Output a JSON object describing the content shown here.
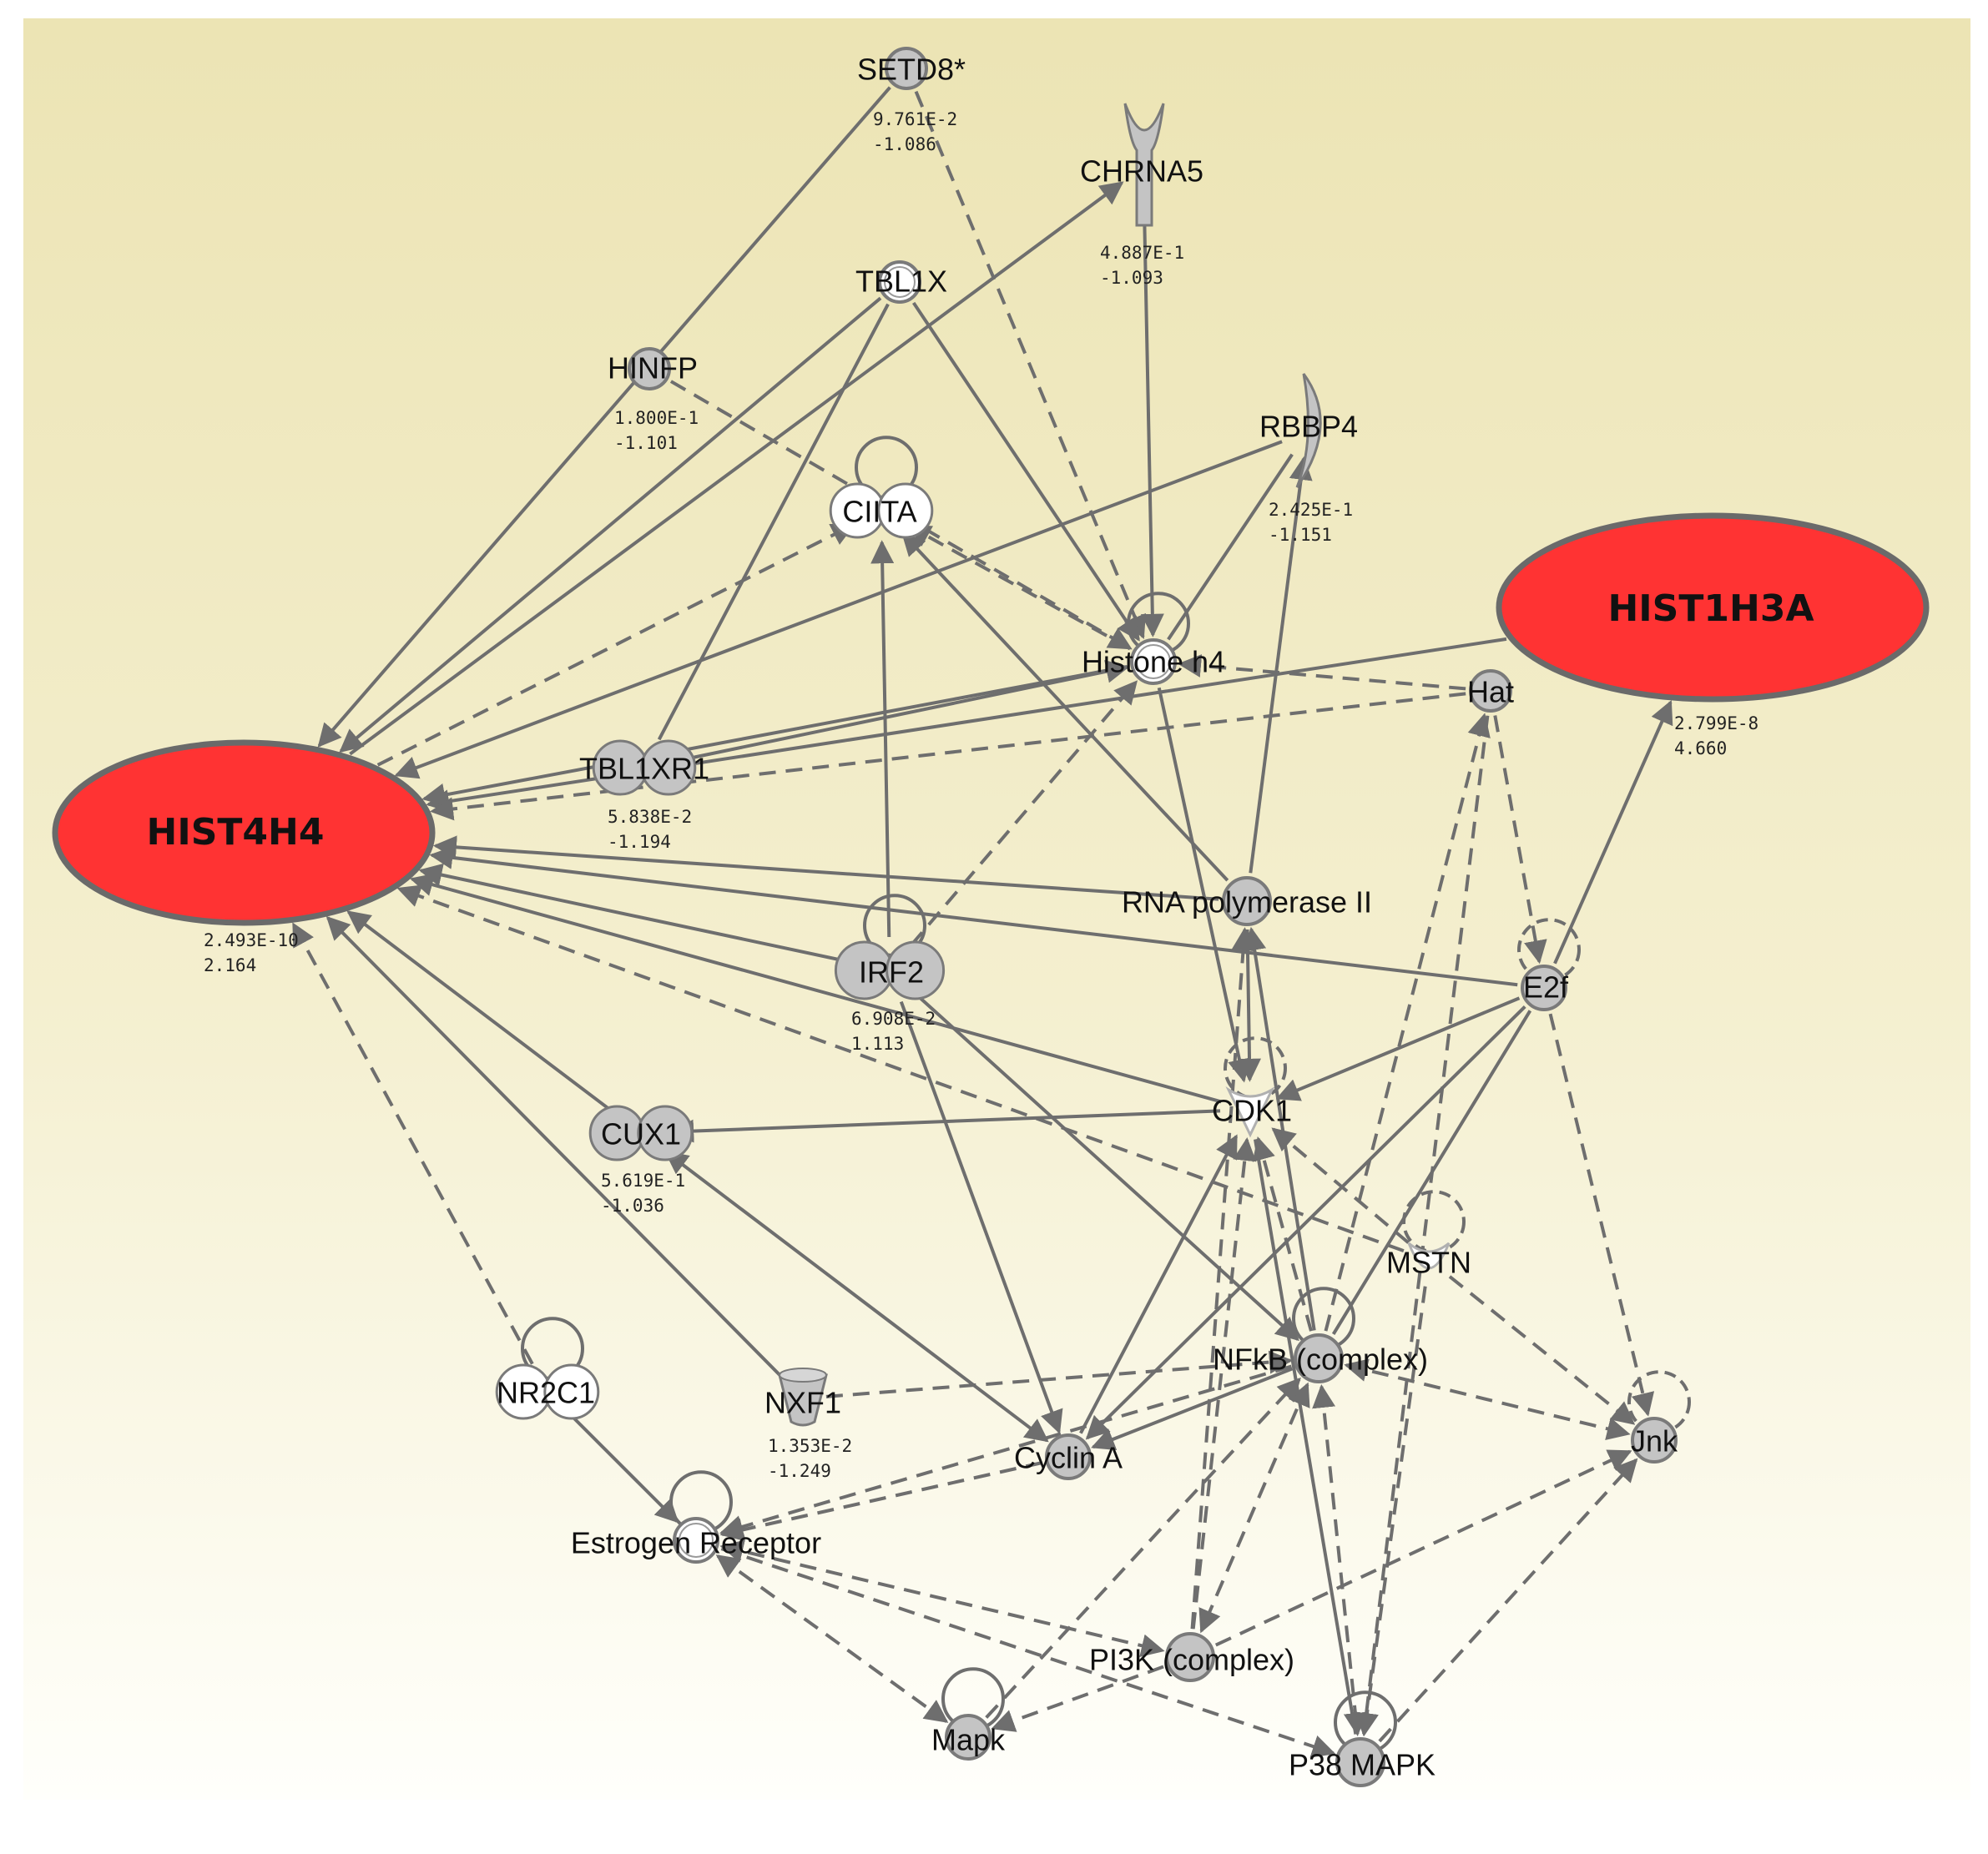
{
  "colors": {
    "highlight_node": "#ff3333",
    "grey_node": "#c4c4c4",
    "white_node": "#ffffff",
    "edge": "#6e6e6e",
    "background_top": "#ece4b4",
    "background_bottom": "#fffffb"
  },
  "nodes": [
    {
      "id": "SETD8",
      "label": "SETD8*",
      "shape": "circle",
      "fill": "grey",
      "stats": [
        "9.761E-2",
        "-1.086"
      ]
    },
    {
      "id": "CHRNA5",
      "label": "CHRNA5",
      "shape": "receptor",
      "fill": "grey",
      "stats": [
        "4.887E-1",
        "-1.093"
      ]
    },
    {
      "id": "TBL1X",
      "label": "TBL1X",
      "shape": "circle",
      "fill": "white",
      "stats": []
    },
    {
      "id": "HINFP",
      "label": "HINFP",
      "shape": "circle",
      "fill": "grey",
      "stats": [
        "1.800E-1",
        "-1.101"
      ]
    },
    {
      "id": "RBBP4",
      "label": "RBBP4",
      "shape": "crescent",
      "fill": "grey",
      "stats": [
        "2.425E-1",
        "-1.151"
      ]
    },
    {
      "id": "CIITA",
      "label": "CIITA",
      "shape": "dimer",
      "fill": "white",
      "stats": []
    },
    {
      "id": "HIST1H3A",
      "label": "HIST1H3A",
      "shape": "ellipse",
      "fill": "red",
      "stats": [
        "2.799E-8",
        "4.660"
      ]
    },
    {
      "id": "HistoneH4",
      "label": "Histone h4",
      "shape": "circle",
      "fill": "white",
      "stats": []
    },
    {
      "id": "Hat",
      "label": "Hat",
      "shape": "circle",
      "fill": "grey",
      "stats": []
    },
    {
      "id": "HIST4H4",
      "label": "HIST4H4",
      "shape": "ellipse",
      "fill": "red",
      "stats": [
        "2.493E-10",
        "2.164"
      ]
    },
    {
      "id": "TBL1XR1",
      "label": "TBL1XR1",
      "shape": "dimer",
      "fill": "grey",
      "stats": [
        "5.838E-2",
        "-1.194"
      ]
    },
    {
      "id": "RNAPolII",
      "label": "RNA polymerase II",
      "shape": "circle",
      "fill": "grey",
      "stats": []
    },
    {
      "id": "IRF2",
      "label": "IRF2",
      "shape": "dimer",
      "fill": "grey",
      "stats": [
        "6.908E-2",
        "1.113"
      ]
    },
    {
      "id": "E2f",
      "label": "E2f",
      "shape": "circle",
      "fill": "grey",
      "stats": []
    },
    {
      "id": "CDK1",
      "label": "CDK1",
      "shape": "kinase",
      "fill": "white",
      "stats": []
    },
    {
      "id": "CUX1",
      "label": "CUX1",
      "shape": "dimer",
      "fill": "grey",
      "stats": [
        "5.619E-1",
        "-1.036"
      ]
    },
    {
      "id": "MSTN",
      "label": "MSTN",
      "shape": "growth",
      "fill": "white",
      "stats": []
    },
    {
      "id": "NR2C1",
      "label": "NR2C1",
      "shape": "dimer",
      "fill": "white",
      "stats": []
    },
    {
      "id": "NXF1",
      "label": "NXF1",
      "shape": "cup",
      "fill": "grey",
      "stats": [
        "1.353E-2",
        "-1.249"
      ]
    },
    {
      "id": "NFkB",
      "label": "NFkB (complex)",
      "shape": "circle",
      "fill": "grey",
      "stats": []
    },
    {
      "id": "Jnk",
      "label": "Jnk",
      "shape": "circle",
      "fill": "grey",
      "stats": []
    },
    {
      "id": "CyclinA",
      "label": "Cyclin A",
      "shape": "circle",
      "fill": "grey",
      "stats": []
    },
    {
      "id": "EstrogenReceptor",
      "label": "Estrogen Receptor",
      "shape": "circle",
      "fill": "white",
      "stats": []
    },
    {
      "id": "PI3K",
      "label": "PI3K (complex)",
      "shape": "circle",
      "fill": "grey",
      "stats": []
    },
    {
      "id": "Mapk",
      "label": "Mapk",
      "shape": "circle",
      "fill": "grey",
      "stats": []
    },
    {
      "id": "P38MAPK",
      "label": "P38 MAPK",
      "shape": "circle",
      "fill": "grey",
      "stats": []
    }
  ],
  "edges": [
    {
      "from": "SETD8",
      "to": "HIST4H4",
      "style": "solid"
    },
    {
      "from": "SETD8",
      "to": "HistoneH4",
      "style": "dashed"
    },
    {
      "from": "HIST4H4",
      "to": "CHRNA5",
      "style": "solid"
    },
    {
      "from": "CHRNA5",
      "to": "HistoneH4",
      "style": "solid",
      "to_source": true
    },
    {
      "from": "TBL1X",
      "to": "HIST4H4",
      "style": "solid"
    },
    {
      "from": "TBL1X",
      "to": "HistoneH4",
      "style": "solid"
    },
    {
      "from": "TBL1X",
      "to": "TBL1XR1",
      "style": "solid",
      "noarrow": true
    },
    {
      "from": "HINFP",
      "to": "HistoneH4",
      "style": "dashed"
    },
    {
      "from": "HIST4H4",
      "to": "CIITA",
      "style": "dashed"
    },
    {
      "from": "RBBP4",
      "to": "HIST4H4",
      "style": "solid"
    },
    {
      "from": "HistoneH4",
      "to": "RBBP4",
      "style": "solid",
      "noarrow": true
    },
    {
      "from": "HistoneH4",
      "to": "CIITA",
      "style": "dashed"
    },
    {
      "from": "HIST1H3A",
      "to": "HIST4H4",
      "style": "solid"
    },
    {
      "from": "Hat",
      "to": "HistoneH4",
      "style": "dashed"
    },
    {
      "from": "Hat",
      "to": "HIST4H4",
      "style": "dashed"
    },
    {
      "from": "TBL1XR1",
      "to": "HistoneH4",
      "style": "solid"
    },
    {
      "from": "HistoneH4",
      "to": "HIST4H4",
      "style": "solid"
    },
    {
      "from": "RNAPolII",
      "to": "HIST4H4",
      "style": "solid"
    },
    {
      "from": "RNAPolII",
      "to": "CIITA",
      "style": "solid"
    },
    {
      "from": "RNAPolII",
      "to": "RBBP4",
      "style": "solid"
    },
    {
      "from": "IRF2",
      "to": "HIST4H4",
      "style": "solid"
    },
    {
      "from": "IRF2",
      "to": "CIITA",
      "style": "solid"
    },
    {
      "from": "IRF2",
      "to": "HistoneH4",
      "style": "dashed"
    },
    {
      "from": "IRF2",
      "to": "CyclinA",
      "style": "solid"
    },
    {
      "from": "IRF2",
      "to": "NFkB",
      "style": "solid"
    },
    {
      "from": "E2f",
      "to": "HIST4H4",
      "style": "solid"
    },
    {
      "from": "E2f",
      "to": "HIST1H3A",
      "style": "solid"
    },
    {
      "from": "E2f",
      "to": "CDK1",
      "style": "solid"
    },
    {
      "from": "E2f",
      "to": "Jnk",
      "style": "dashed"
    },
    {
      "from": "E2f",
      "to": "NFkB",
      "style": "solid",
      "noarrow": true
    },
    {
      "from": "E2f",
      "to": "CyclinA",
      "style": "solid"
    },
    {
      "from": "Hat",
      "to": "E2f",
      "style": "dashed"
    },
    {
      "from": "CDK1",
      "to": "HIST4H4",
      "style": "solid"
    },
    {
      "from": "CDK1",
      "to": "CUX1",
      "style": "solid"
    },
    {
      "from": "HistoneH4",
      "to": "CDK1",
      "style": "solid"
    },
    {
      "from": "RNAPolII",
      "to": "CDK1",
      "style": "solid"
    },
    {
      "from": "CUX1",
      "to": "HIST4H4",
      "style": "solid"
    },
    {
      "from": "CUX1",
      "to": "CyclinA",
      "style": "solid",
      "double": true
    },
    {
      "from": "MSTN",
      "to": "HIST4H4",
      "style": "dashed"
    },
    {
      "from": "MSTN",
      "to": "Jnk",
      "style": "dashed"
    },
    {
      "from": "MSTN",
      "to": "CDK1",
      "style": "dashed"
    },
    {
      "from": "MSTN",
      "to": "P38MAPK",
      "style": "dashed"
    },
    {
      "from": "NR2C1",
      "to": "HIST4H4",
      "style": "dashed"
    },
    {
      "from": "NR2C1",
      "to": "EstrogenReceptor",
      "style": "solid"
    },
    {
      "from": "NXF1",
      "to": "HIST4H4",
      "style": "solid"
    },
    {
      "from": "NXF1",
      "to": "NFkB",
      "style": "dashed"
    },
    {
      "from": "NFkB",
      "to": "Hat",
      "style": "dashed"
    },
    {
      "from": "NFkB",
      "to": "Jnk",
      "style": "dashed",
      "double": true
    },
    {
      "from": "NFkB",
      "to": "CyclinA",
      "style": "solid"
    },
    {
      "from": "NFkB",
      "to": "CDK1",
      "style": "dashed"
    },
    {
      "from": "NFkB",
      "to": "RNAPolII",
      "style": "solid"
    },
    {
      "from": "NFkB",
      "to": "PI3K",
      "style": "dashed",
      "double": true
    },
    {
      "from": "NFkB",
      "to": "P38MAPK",
      "style": "dashed",
      "double": true
    },
    {
      "from": "CyclinA",
      "to": "CDK1",
      "style": "solid"
    },
    {
      "from": "CyclinA",
      "to": "EstrogenReceptor",
      "style": "dashed"
    },
    {
      "from": "NFkB",
      "to": "EstrogenReceptor",
      "style": "dashed"
    },
    {
      "from": "EstrogenReceptor",
      "to": "Mapk",
      "style": "dashed",
      "double": true
    },
    {
      "from": "EstrogenReceptor",
      "to": "PI3K",
      "style": "dashed",
      "double": true
    },
    {
      "from": "EstrogenReceptor",
      "to": "P38MAPK",
      "style": "dashed"
    },
    {
      "from": "PI3K",
      "to": "Mapk",
      "style": "dashed"
    },
    {
      "from": "PI3K",
      "to": "Jnk",
      "style": "dashed"
    },
    {
      "from": "PI3K",
      "to": "CDK1",
      "style": "dashed"
    },
    {
      "from": "PI3K",
      "to": "RNAPolII",
      "style": "dashed"
    },
    {
      "from": "Mapk",
      "to": "NFkB",
      "style": "dashed"
    },
    {
      "from": "P38MAPK",
      "to": "Jnk",
      "style": "dashed"
    },
    {
      "from": "P38MAPK",
      "to": "CDK1",
      "style": "solid",
      "noarrow": true
    },
    {
      "from": "Hat",
      "to": "P38MAPK",
      "style": "dashed"
    }
  ],
  "self_loops": [
    "CIITA",
    "HistoneH4",
    "IRF2",
    "E2f",
    "CDK1",
    "MSTN",
    "NR2C1",
    "NFkB",
    "Jnk",
    "EstrogenReceptor",
    "Mapk",
    "P38MAPK"
  ]
}
